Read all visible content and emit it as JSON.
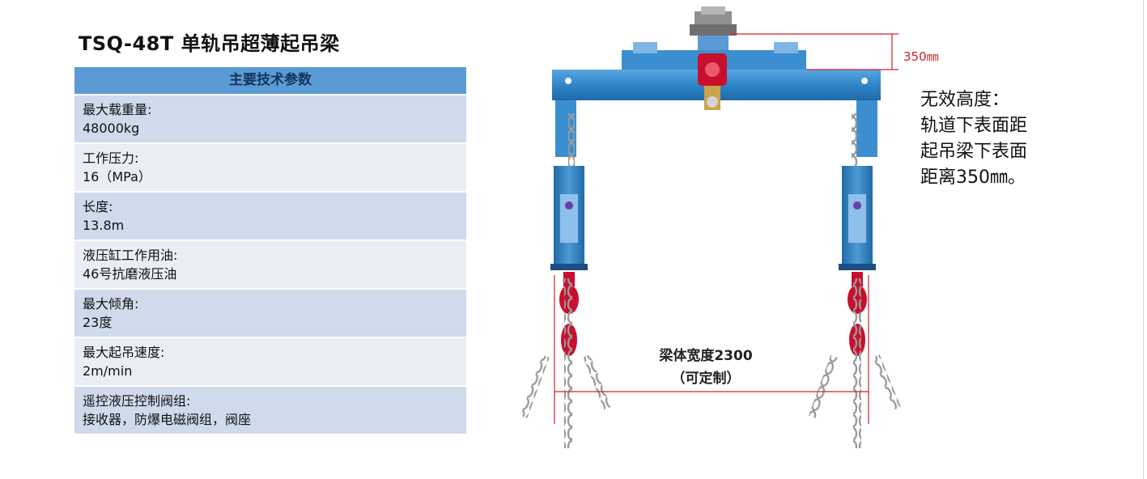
{
  "title": "TSQ-48T 单轨吊超薄起吊梁",
  "spec_table": {
    "header": "主要技术参数",
    "rows": [
      {
        "label": "最大载重量:",
        "value": "48000kg"
      },
      {
        "label": "工作压力:",
        "value": "16（MPa）"
      },
      {
        "label": "长度:",
        "value": "13.8m"
      },
      {
        "label": "液压缸工作用油:",
        "value": "46号抗磨液压油"
      },
      {
        "label": "最大倾角:",
        "value": "23度"
      },
      {
        "label": "最大起吊速度:",
        "value": "2m/min"
      },
      {
        "label": "遥控液压控制阀组:",
        "value": "接收器，防爆电磁阀组，阀座"
      }
    ]
  },
  "illustration": {
    "height_dimension": "350㎜",
    "width_label_line1": "梁体宽度2300",
    "width_label_line2": "（可定制）",
    "colors": {
      "beam": "#2f86c9",
      "dimension": "#d0202a",
      "hook": "#c8102e"
    }
  },
  "note": {
    "lines": [
      "无效高度：",
      "轨道下表面距",
      "起吊梁下表面",
      "距离350㎜。"
    ]
  }
}
